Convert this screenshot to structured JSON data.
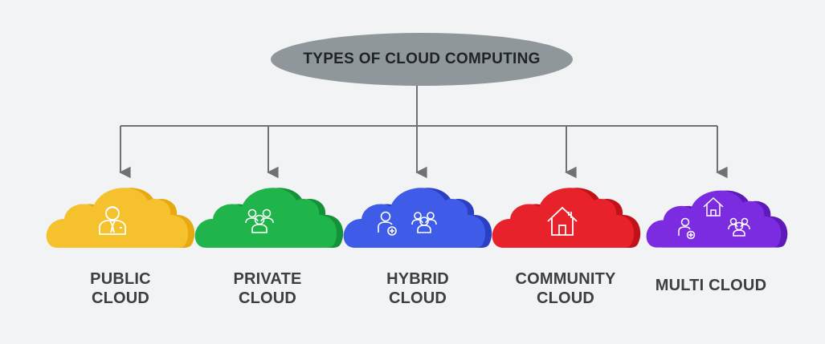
{
  "root": {
    "title": "TYPES OF CLOUD COMPUTING"
  },
  "clouds": [
    {
      "lines": [
        "PUBLIC",
        "CLOUD"
      ],
      "color": "#f5c22e",
      "shade": "#e8a810",
      "icon": "person-in-suit-icon"
    },
    {
      "lines": [
        "PRIVATE",
        "CLOUD"
      ],
      "color": "#1fb54a",
      "shade": "#13923a",
      "icon": "group-of-people-icon"
    },
    {
      "lines": [
        "HYBRID",
        "CLOUD"
      ],
      "color": "#3f5ce8",
      "shade": "#2a3fc4",
      "icon": "user-add-and-group-icon"
    },
    {
      "lines": [
        "COMMUNITY",
        "CLOUD"
      ],
      "color": "#e8222b",
      "shade": "#c01218",
      "icon": "home-icon"
    },
    {
      "lines": [
        "MULTI CLOUD"
      ],
      "color": "#7b2be0",
      "shade": "#5e19bb",
      "icon": "home-user-add-group-icon"
    }
  ],
  "colors": {
    "connector": "#6e7275",
    "root_fill": "#8f979b",
    "background": "#f2f3f4"
  }
}
